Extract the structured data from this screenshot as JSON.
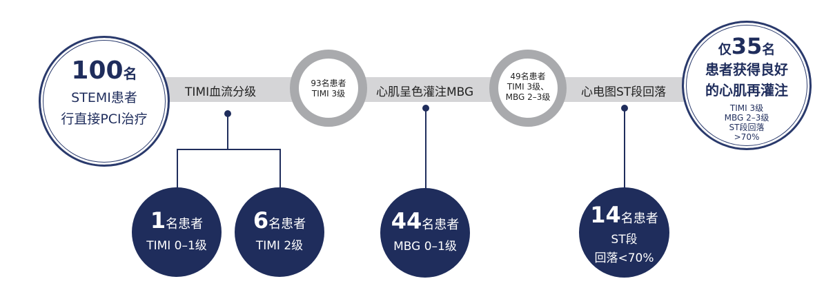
{
  "start": {
    "count": "100",
    "unit": "名",
    "line1": "STEMI患者",
    "line2": "行直接PCI治疗"
  },
  "steps": [
    {
      "label": "TIMI血流分级"
    },
    {
      "label": "心肌呈色灌注MBG"
    },
    {
      "label": "心电图ST段回落"
    }
  ],
  "rings": [
    {
      "line1": "93名患者",
      "line2": "TIMI 3级"
    },
    {
      "line1": "49名患者",
      "line2": "TIMI 3级、",
      "line3": "MBG 2–3级"
    }
  ],
  "end": {
    "prefix": "仅",
    "count": "35",
    "unit": "名",
    "line1": "患者获得良好",
    "line2": "的心肌再灌注",
    "crit1": "TIMI 3级",
    "crit2": "MBG 2–3级",
    "crit3": "ST段回落",
    "crit4": ">70%"
  },
  "outcomes": [
    {
      "count": "1",
      "unit": "名患者",
      "line1": "TIMI 0–1级"
    },
    {
      "count": "6",
      "unit": "名患者",
      "line1": "TIMI 2级"
    },
    {
      "count": "44",
      "unit": "名患者",
      "line1": "MBG 0–1级"
    },
    {
      "count": "14",
      "unit": "名患者",
      "line1": "ST段",
      "line2": "回落<70%"
    }
  ]
}
